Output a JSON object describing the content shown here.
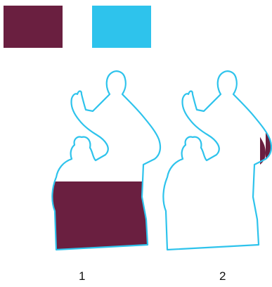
{
  "colors": {
    "fill": "#6a1f40",
    "outline": "#2ec3ec",
    "background": "#ffffff"
  },
  "swatches": [
    {
      "name": "maroon-swatch",
      "color": "#6a1f40"
    },
    {
      "name": "cyan-swatch",
      "color": "#2ec3ec"
    }
  ],
  "figures": [
    {
      "label": "1"
    },
    {
      "label": "2"
    }
  ]
}
